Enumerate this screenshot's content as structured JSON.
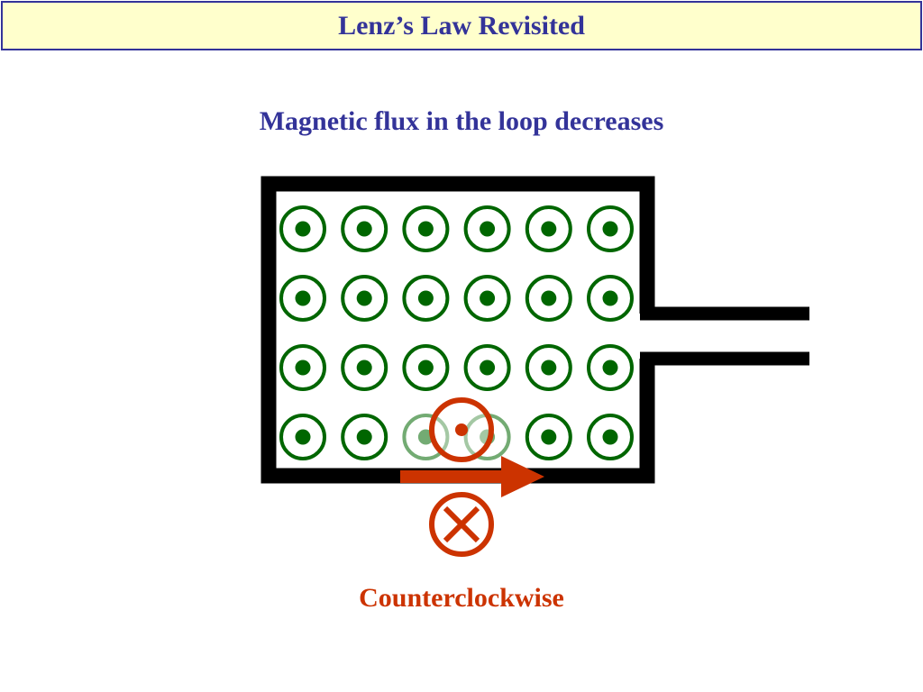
{
  "title": "Lenz’s Law Revisited",
  "subtitle": "Magnetic flux in the loop decreases",
  "caption": "Counterclockwise",
  "colors": {
    "title_bg": "#ffffcc",
    "title_text": "#333399",
    "field_green": "#006600",
    "induced_red": "#cc3300",
    "wire": "#000000"
  },
  "field": {
    "direction": "out-of-page",
    "rows": 4,
    "columns": 6,
    "symbol": "dot-in-circle-icon"
  },
  "moving_bar": {
    "motion": "right",
    "field_symbol_above": "dot-in-circle-icon",
    "field_symbol_below": "cross-in-circle-icon"
  }
}
